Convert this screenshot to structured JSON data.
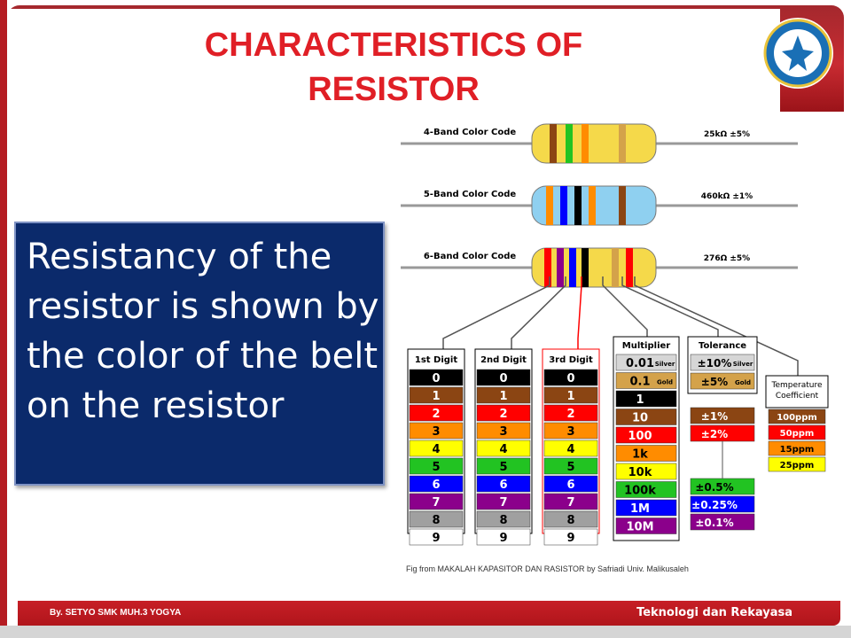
{
  "slide": {
    "title_line1": "CHARACTERISTICS OF",
    "title_line2": "RESISTOR",
    "body_text": "Resistancy of the resistor is shown by the color of the belt on the resistor",
    "caption": "Fig from MAKALAH KAPASITOR DAN RASISTOR by Safriadi Univ. Malikusaleh",
    "footer_left": "By. SETYO SMK MUH.3 YOGYA",
    "footer_right": "Teknologi dan Rekayasa"
  },
  "figure": {
    "resistors": [
      {
        "label": "4-Band Color Code",
        "value": "25kΩ ±5%"
      },
      {
        "label": "5-Band Color Code",
        "value": "460kΩ ±1%"
      },
      {
        "label": "6-Band Color Code",
        "value": "276Ω ±5%"
      }
    ],
    "digit_headers": [
      "1st Digit",
      "2nd Digit",
      "3rd Digit"
    ],
    "digits": [
      "0",
      "1",
      "2",
      "3",
      "4",
      "5",
      "6",
      "7",
      "8",
      "9"
    ],
    "digit_colors": [
      "#000000",
      "#8b4513",
      "#ff0000",
      "#ff8c00",
      "#ffff00",
      "#22c322",
      "#0000ff",
      "#8b008b",
      "#a0a0a0",
      "#ffffff"
    ],
    "multiplier_header": "Multiplier",
    "multipliers": [
      {
        "text": "0.01",
        "sub": "Silver",
        "color": "#d6d6d6"
      },
      {
        "text": "0.1",
        "sub": "Gold",
        "color": "#d4a24a"
      },
      {
        "text": "1",
        "sub": "",
        "color": "#000000"
      },
      {
        "text": "10",
        "sub": "",
        "color": "#8b4513"
      },
      {
        "text": "100",
        "sub": "",
        "color": "#ff0000"
      },
      {
        "text": "1k",
        "sub": "",
        "color": "#ff8c00"
      },
      {
        "text": "10k",
        "sub": "",
        "color": "#ffff00"
      },
      {
        "text": "100k",
        "sub": "",
        "color": "#22c322"
      },
      {
        "text": "1M",
        "sub": "",
        "color": "#0000ff"
      },
      {
        "text": "10M",
        "sub": "",
        "color": "#8b008b"
      }
    ],
    "tolerance_header": "Tolerance",
    "tolerances": [
      {
        "text": "±10%",
        "sub": "Silver",
        "color": "#d6d6d6"
      },
      {
        "text": "±5%",
        "sub": "Gold",
        "color": "#d4a24a"
      },
      {
        "text": "±1%",
        "sub": "",
        "color": "#8b4513"
      },
      {
        "text": "±2%",
        "sub": "",
        "color": "#ff0000"
      },
      {
        "text": "±0.5%",
        "sub": "",
        "color": "#22c322"
      },
      {
        "text": "±0.25%",
        "sub": "",
        "color": "#0000ff"
      },
      {
        "text": "±0.1%",
        "sub": "",
        "color": "#8b008b"
      }
    ],
    "tempco_header_line1": "Temperature",
    "tempco_header_line2": "Coefficient",
    "tempco": [
      {
        "text": "100ppm",
        "color": "#8b4513"
      },
      {
        "text": "50ppm",
        "color": "#ff0000"
      },
      {
        "text": "15ppm",
        "color": "#ff8c00"
      },
      {
        "text": "25ppm",
        "color": "#ffff00"
      }
    ]
  },
  "colors": {
    "header_red": "#cc2229",
    "title_red": "#e01f26",
    "body_blue": "#0b2a6b"
  }
}
